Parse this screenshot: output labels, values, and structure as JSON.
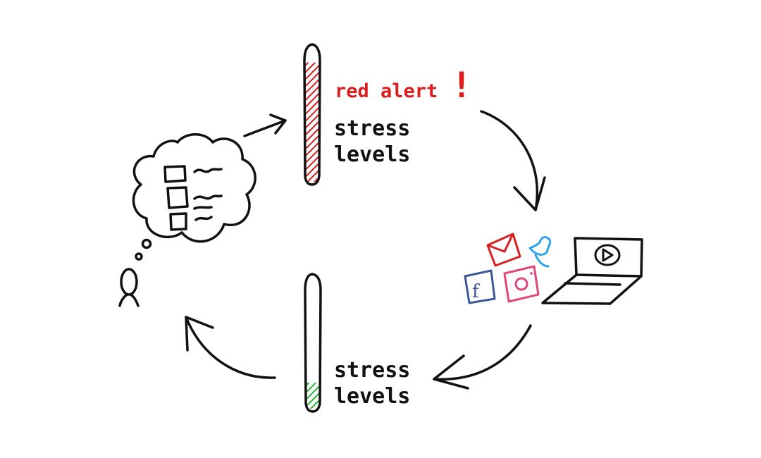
{
  "top_meter": {
    "fill_fraction": 0.9,
    "fill_color": "#d81f1f",
    "alert_text": "red alert",
    "alert_mark": "!",
    "alert_color": "#d81f1f",
    "label_line1": "stress",
    "label_line2": "levels"
  },
  "bottom_meter": {
    "fill_fraction": 0.2,
    "fill_color": "#22b533",
    "label_line1": "stress",
    "label_line2": "levels"
  },
  "cycle_arrows": [
    "thought-to-top-meter",
    "top-meter-to-devices",
    "devices-to-bottom-meter",
    "bottom-meter-to-person"
  ],
  "devices": {
    "icons": [
      "mail-icon",
      "twitter-icon",
      "facebook-icon",
      "instagram-icon",
      "laptop-icon",
      "play-icon"
    ],
    "facebook_glyph": "f",
    "colors": {
      "mail": "#d81f1f",
      "twitter": "#2aa3ef",
      "facebook": "#3b5998",
      "instagram": "#e0457b"
    }
  },
  "person": {
    "icons": [
      "person-icon",
      "thought-cloud-icon",
      "checklist-icon"
    ]
  }
}
